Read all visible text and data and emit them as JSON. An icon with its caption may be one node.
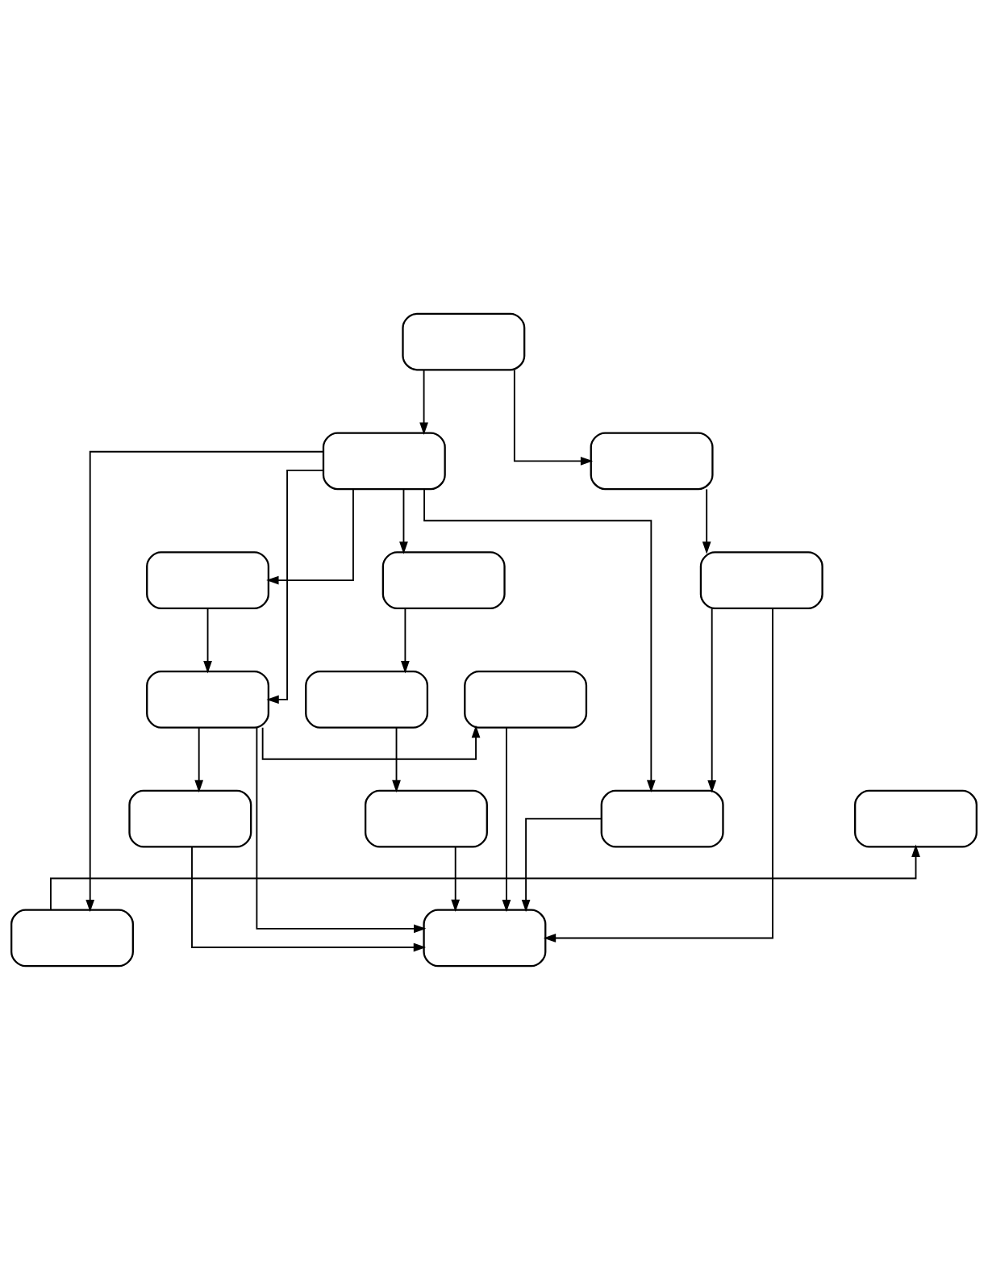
{
  "diagram": {
    "nodes": [
      {
        "text": [],
        "shape": "box"
      },
      {
        "text": [],
        "shape": "box"
      },
      {
        "text": [],
        "shape": "box"
      },
      {
        "text": [],
        "shape": "box"
      },
      {
        "text": [],
        "shape": "box"
      },
      {
        "text": [],
        "shape": "box"
      },
      {
        "text": [],
        "shape": "box"
      },
      {
        "text": [],
        "shape": "box"
      },
      {
        "text": [],
        "shape": "box"
      },
      {
        "text": [],
        "shape": "box"
      },
      {
        "text": [],
        "shape": "box"
      },
      {
        "text": [],
        "shape": "box"
      },
      {
        "text": [],
        "shape": "box"
      },
      {
        "text": [],
        "shape": "box"
      },
      {
        "text": [],
        "shape": "box"
      }
    ],
    "edges": [
      {
        "from": 0,
        "to": 2,
        "arrow": "to"
      },
      {
        "from": 0,
        "to": 1,
        "arrow": "to"
      },
      {
        "from": 2,
        "to": 13,
        "arrow": "to"
      },
      {
        "from": 2,
        "to": 3,
        "arrow": "to"
      },
      {
        "from": 2,
        "to": 7,
        "arrow": "to"
      },
      {
        "from": 2,
        "to": 4,
        "arrow": "to"
      },
      {
        "from": 2,
        "to": 10,
        "arrow": "to"
      },
      {
        "from": 1,
        "to": 5,
        "arrow": "to"
      },
      {
        "from": 3,
        "to": 7,
        "arrow": "to"
      },
      {
        "from": 7,
        "to": 6,
        "arrow": "to"
      },
      {
        "from": 7,
        "to": 8,
        "arrow": "to"
      },
      {
        "from": 7,
        "to": 14,
        "arrow": "to"
      },
      {
        "from": 4,
        "to": 11,
        "arrow": "to"
      },
      {
        "from": 5,
        "to": 10,
        "arrow": "to"
      },
      {
        "from": 5,
        "to": 14,
        "arrow": "to"
      },
      {
        "from": 6,
        "to": 14,
        "arrow": "to"
      },
      {
        "from": 8,
        "to": 14,
        "arrow": "to"
      },
      {
        "from": 11,
        "to": 12,
        "arrow": "to"
      },
      {
        "from": 12,
        "to": 14,
        "arrow": "to"
      },
      {
        "from": 10,
        "to": 14,
        "arrow": "to"
      },
      {
        "from": 13,
        "to": 9,
        "arrow": "to"
      }
    ]
  }
}
